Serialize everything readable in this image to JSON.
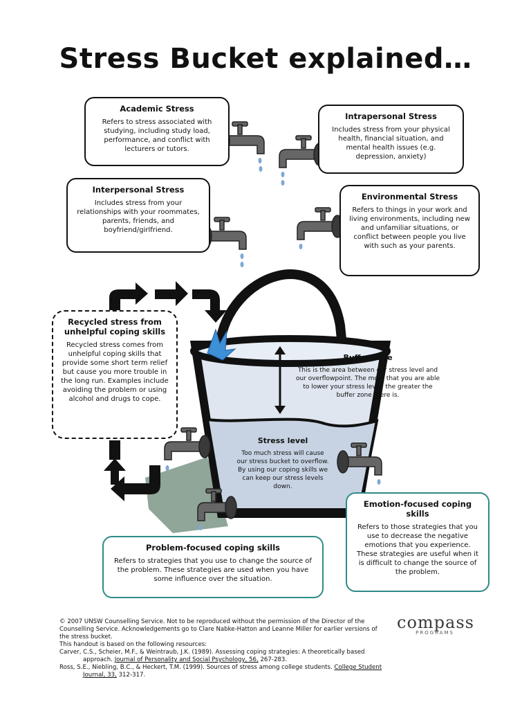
{
  "title": "Stress Bucket explained…",
  "boxes": {
    "academic": {
      "heading": "Academic Stress",
      "body": "Refers to stress associated with studying, including study load, performance, and conflict with lecturers or tutors."
    },
    "intrapersonal": {
      "heading": "Intrapersonal Stress",
      "body": "Includes stress from your physical health, financial situation, and mental health issues (e.g. depression, anxiety)"
    },
    "interpersonal": {
      "heading": "Interpersonal Stress",
      "body": "Includes stress from your relationships with your roommates, parents, friends, and boyfriend/girlfriend."
    },
    "environmental": {
      "heading": "Environmental Stress",
      "body": "Refers to things in your work and living environments, including new and unfamiliar situations, or conflict between people you live with such as your parents."
    },
    "recycled": {
      "heading": "Recycled stress from unhelpful coping skills",
      "body": "Recycled stress comes from unhelpful coping skills that provide some short term relief but cause you more trouble in the long run. Examples include avoiding the problem or using alcohol and drugs to cope."
    },
    "buffer": {
      "heading": "Buffer zone",
      "body": "This is the area between our stress level and our overflowpoint. The more that you are able to lower your stress level, the greater the buffer zone there is."
    },
    "stress_level": {
      "heading": "Stress level",
      "body": "Too much stress will cause our stress bucket to overflow. By using our coping skills we can keep our stress levels down."
    },
    "emotion": {
      "heading": "Emotion-focused coping skills",
      "body": "Refers to those strategies that you use to decrease the negative emotions that you experience. These strategies are useful when it is difficult to change the source of the problem."
    },
    "problem": {
      "heading": "Problem-focused coping skills",
      "body": "Refers to strategies that you use to change the source of the problem. These strategies are used when you have some influence over the situation."
    }
  },
  "footer": {
    "copyright": "© 2007 UNSW Counselling Service. Not to be reproduced without the permission of the Director of the Counselling Service. Acknowledgements go to Clare Nabke-Hatton and Leanne Miller for earlier versions of the stress bucket.",
    "based_on": "This handout is based on the following resources:",
    "ref1_text": "Carver, C.S., Scheier, M.F., & Weintraub, J.K. (1989). Assessing coping strategies: A theoretically based approach.",
    "ref1_journal": "Journal of Personality and Social Psychology, 56,",
    "ref1_pages": "267-283.",
    "ref2_text": "Ross, S.E., Niebling, B.C., & Heckert, T.M. (1999). Sources of stress among college students.",
    "ref2_journal": "College Student Journal, 33,",
    "ref2_pages": "312-317."
  },
  "logo": {
    "word": "compass",
    "sub": "PROGRAMS"
  },
  "colors": {
    "teal_border": "#2f8a86",
    "water": "#d9e2ee",
    "arrow": "#111111",
    "tap": "#555555",
    "drip": "#7fa8d6",
    "splash": "#3d8fd6",
    "logo_accent": "#e05a1e"
  }
}
